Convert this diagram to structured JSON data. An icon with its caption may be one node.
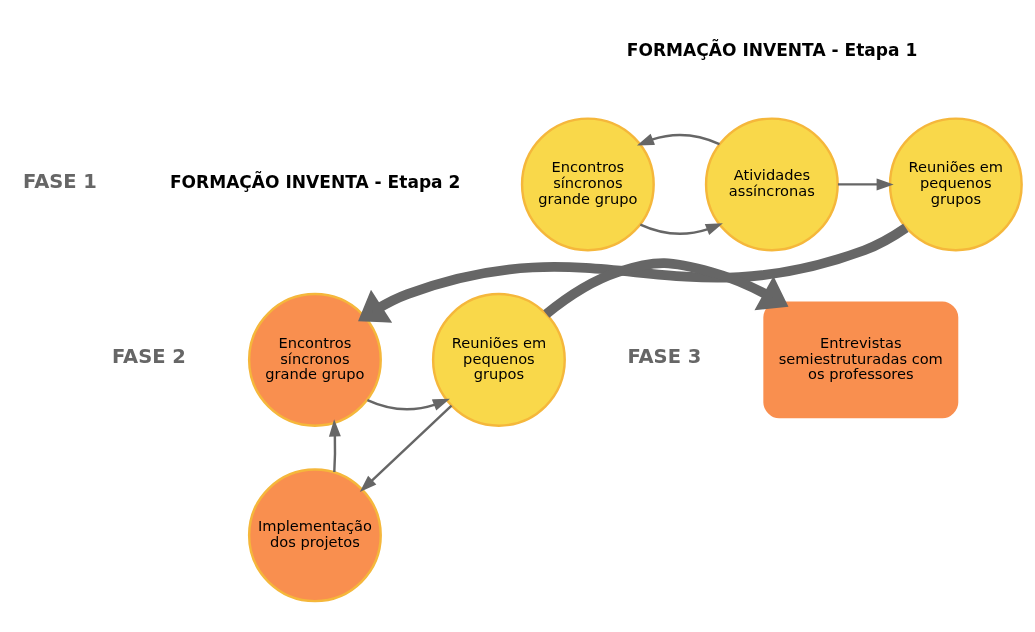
{
  "diagram": {
    "nodes": [
      {
        "text": [
          "Encontros síncronos grande grupo"
        ]
      },
      {
        "text": [
          "Atividades assíncronas"
        ]
      },
      {
        "text": [
          "Reuniões em pequenos grupos"
        ]
      },
      {
        "text": [
          "Encontros síncronos grande grupo"
        ]
      },
      {
        "text": [
          "Reuniões em pequenos grupos"
        ]
      },
      {
        "text": [
          "Implementação dos projetos"
        ]
      },
      {
        "text": [
          "Entrevistas semiestruturadas com os professores"
        ]
      }
    ],
    "edges": [
      {
        "from": 0,
        "to": 1,
        "arrow": "to"
      },
      {
        "from": 1,
        "to": 0,
        "arrow": "to"
      },
      {
        "from": 1,
        "to": 2,
        "arrow": "to"
      },
      {
        "from": 2,
        "to": 3,
        "arrow": "to",
        "style": "thick"
      },
      {
        "from": 3,
        "to": 4,
        "arrow": "to"
      },
      {
        "from": 4,
        "to": 5,
        "arrow": "to"
      },
      {
        "from": 5,
        "to": 3,
        "arrow": "to"
      },
      {
        "from": 4,
        "to": 6,
        "arrow": "to",
        "style": "thick"
      }
    ],
    "labels": [
      "FORMAÇÃO INVENTA - Etapa 1",
      "FASE 1",
      "FORMAÇÃO INVENTA - Etapa 2",
      "FASE 2",
      "FASE 3"
    ]
  }
}
